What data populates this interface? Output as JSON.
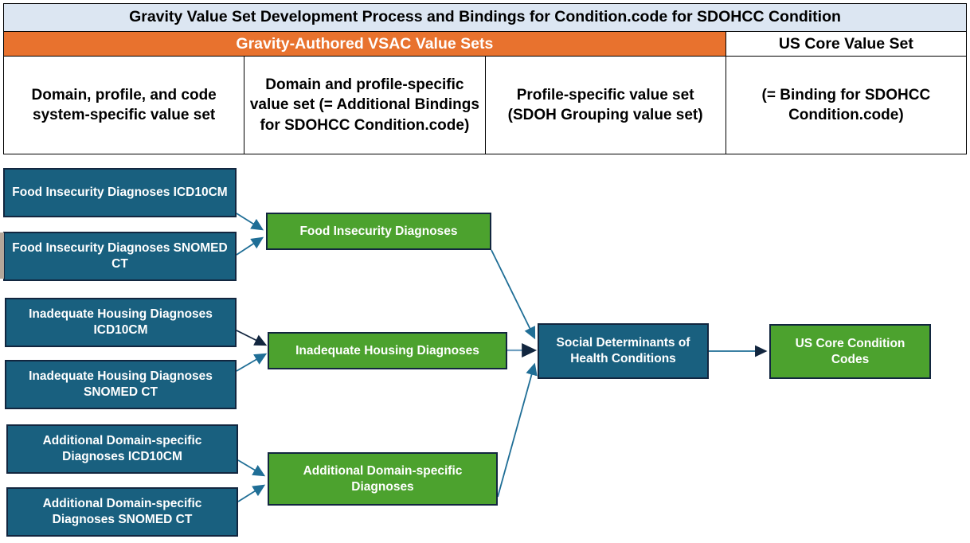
{
  "header": {
    "title": "Gravity Value Set Development Process and Bindings for Condition.code for SDOHCC Condition",
    "bands": {
      "gravity": "Gravity-Authored VSAC Value Sets",
      "us_core": "US Core Value Set"
    },
    "columns": [
      {
        "id": "col-code-system",
        "text": "Domain, profile, and code system-specific value set"
      },
      {
        "id": "col-domain-profile",
        "text": "Domain and profile-specific value set (= Additional Bindings for SDOHCC Condition.code)"
      },
      {
        "id": "col-profile",
        "text": "Profile-specific value set (SDOH Grouping value set)"
      },
      {
        "id": "col-binding",
        "text": "(= Binding for SDOHCC Condition.code)"
      }
    ]
  },
  "diagram": {
    "type": "flow",
    "colors": {
      "blue": "#19607f",
      "green": "#4ca22e",
      "border": "#12263f",
      "arrow": "#1f6e96",
      "arrow_dark": "#12263f",
      "header_title_bg": "#dce6f2",
      "header_band_bg": "#e8722e"
    },
    "nodes": [
      {
        "id": "food-icd10cm",
        "label": "Food Insecurity Diagnoses ICD10CM",
        "color": "blue",
        "column": 1
      },
      {
        "id": "food-snomed",
        "label": "Food Insecurity Diagnoses SNOMED CT",
        "color": "blue",
        "column": 1
      },
      {
        "id": "housing-icd10cm",
        "label": "Inadequate Housing Diagnoses ICD10CM",
        "color": "blue",
        "column": 1
      },
      {
        "id": "housing-snomed",
        "label": "Inadequate Housing Diagnoses SNOMED CT",
        "color": "blue",
        "column": 1
      },
      {
        "id": "additional-icd10cm",
        "label": "Additional Domain-specific Diagnoses ICD10CM",
        "color": "blue",
        "column": 1
      },
      {
        "id": "additional-snomed",
        "label": "Additional Domain-specific Diagnoses SNOMED CT",
        "color": "blue",
        "column": 1
      },
      {
        "id": "food-vs",
        "label": "Food Insecurity Diagnoses",
        "color": "green",
        "column": 2
      },
      {
        "id": "housing-vs",
        "label": "Inadequate Housing Diagnoses",
        "color": "green",
        "column": 2
      },
      {
        "id": "additional-vs",
        "label": "Additional Domain-specific Diagnoses",
        "color": "green",
        "column": 2
      },
      {
        "id": "sdoh-conditions",
        "label": "Social Determinants of Health Conditions",
        "color": "blue",
        "column": 3
      },
      {
        "id": "us-core-codes",
        "label": "US Core Condition Codes",
        "color": "green",
        "column": 4
      }
    ],
    "edges": [
      {
        "from": "food-icd10cm",
        "to": "food-vs"
      },
      {
        "from": "food-snomed",
        "to": "food-vs"
      },
      {
        "from": "housing-icd10cm",
        "to": "housing-vs"
      },
      {
        "from": "housing-snomed",
        "to": "housing-vs"
      },
      {
        "from": "additional-icd10cm",
        "to": "additional-vs"
      },
      {
        "from": "additional-snomed",
        "to": "additional-vs"
      },
      {
        "from": "food-vs",
        "to": "sdoh-conditions"
      },
      {
        "from": "housing-vs",
        "to": "sdoh-conditions"
      },
      {
        "from": "additional-vs",
        "to": "sdoh-conditions"
      },
      {
        "from": "sdoh-conditions",
        "to": "us-core-codes"
      }
    ]
  }
}
